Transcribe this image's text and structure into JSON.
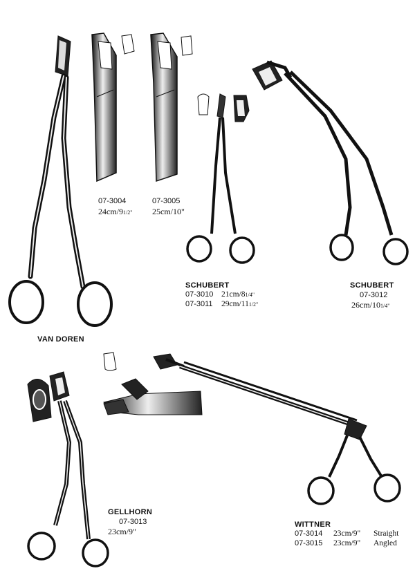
{
  "van_doren": {
    "name": "VAN DOREN"
  },
  "p3004": {
    "code": "07-3004",
    "size": "24cm/9",
    "frac": "1/2\""
  },
  "p3005": {
    "code": "07-3005",
    "size": "25cm/10\""
  },
  "schubert_a": {
    "name": "SCHUBERT",
    "rows": [
      {
        "code": "07-3010",
        "size": "21cm/8",
        "frac": "1/4\""
      },
      {
        "code": "07-3011",
        "size": "29cm/11",
        "frac": "1/2\""
      }
    ]
  },
  "schubert_b": {
    "name": "SCHUBERT",
    "code": "07-3012",
    "size": "26cm/10",
    "frac": "1/4\""
  },
  "gellhorn": {
    "name": "GELLHORN",
    "code": "07-3013",
    "size": "23cm/9\""
  },
  "wittner": {
    "name": "WITTNER",
    "rows": [
      {
        "code": "07-3014",
        "size": "23cm/9\"",
        "note": "Straight"
      },
      {
        "code": "07-3015",
        "size": "23cm/9\"",
        "note": "Angled"
      }
    ]
  }
}
